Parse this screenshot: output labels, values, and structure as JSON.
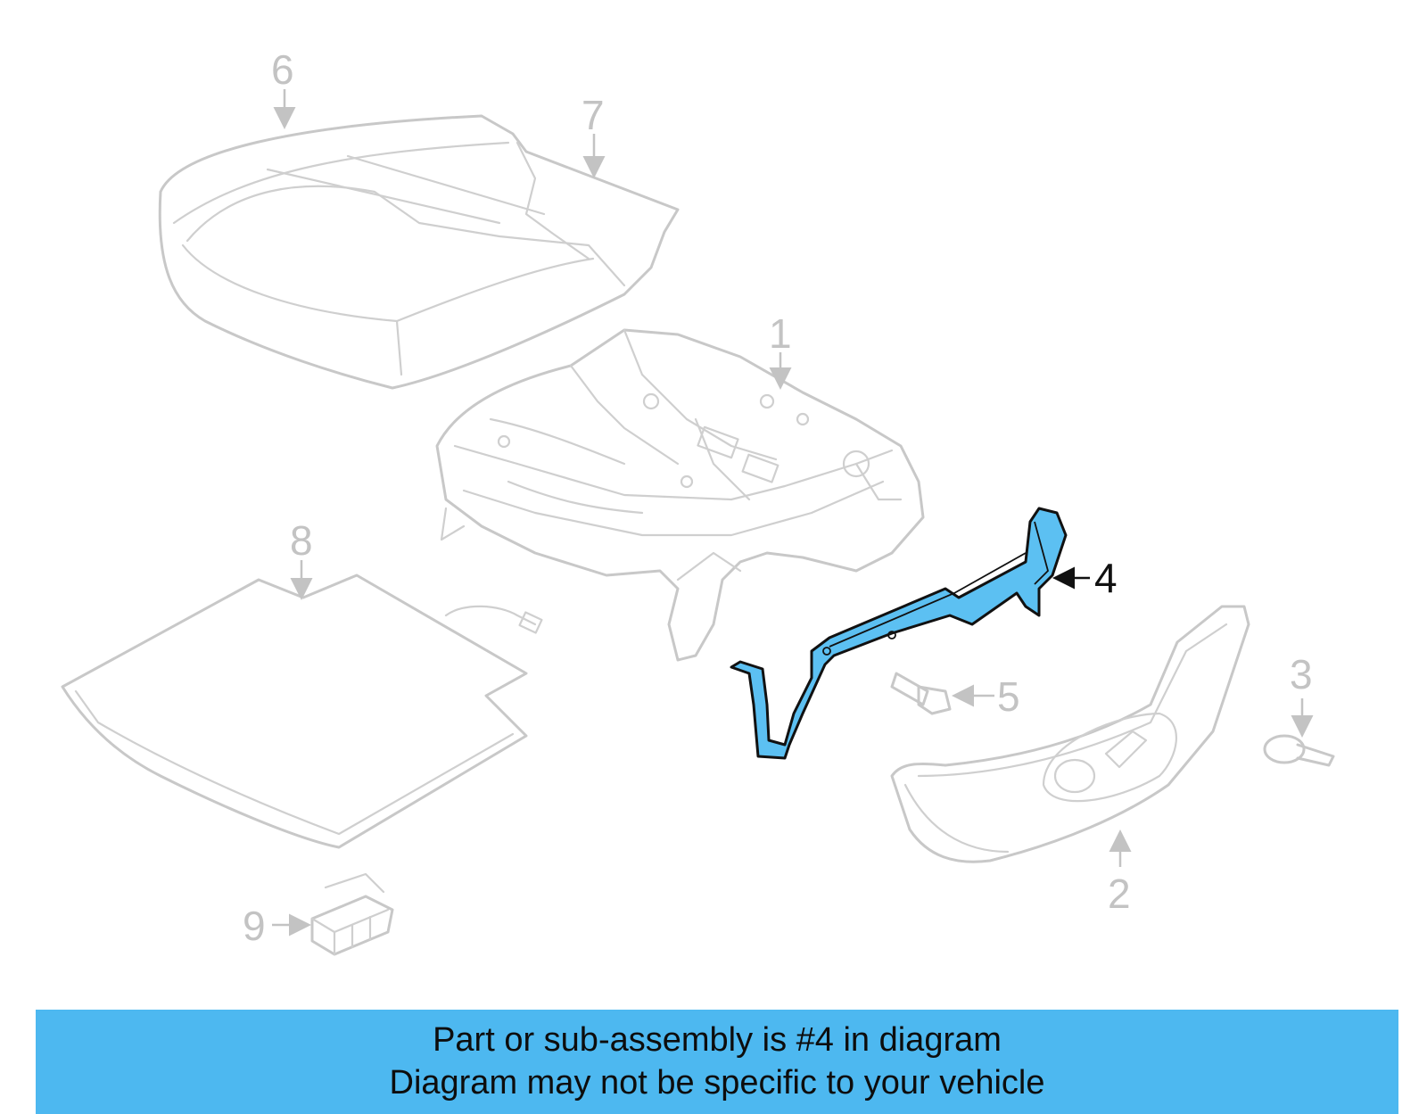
{
  "diagram": {
    "callouts": {
      "c1": "1",
      "c2": "2",
      "c3": "3",
      "c4": "4",
      "c5": "5",
      "c6": "6",
      "c7": "7",
      "c8": "8",
      "c9": "9"
    },
    "highlighted_part": "4",
    "colors": {
      "highlight_fill": "#5cc0f2",
      "outline_gray": "#c8c8c8",
      "banner_bg": "#4db8f0"
    }
  },
  "banner": {
    "line1": "Part or sub-assembly is #4 in diagram",
    "line2": "Diagram may not be specific to your vehicle"
  }
}
